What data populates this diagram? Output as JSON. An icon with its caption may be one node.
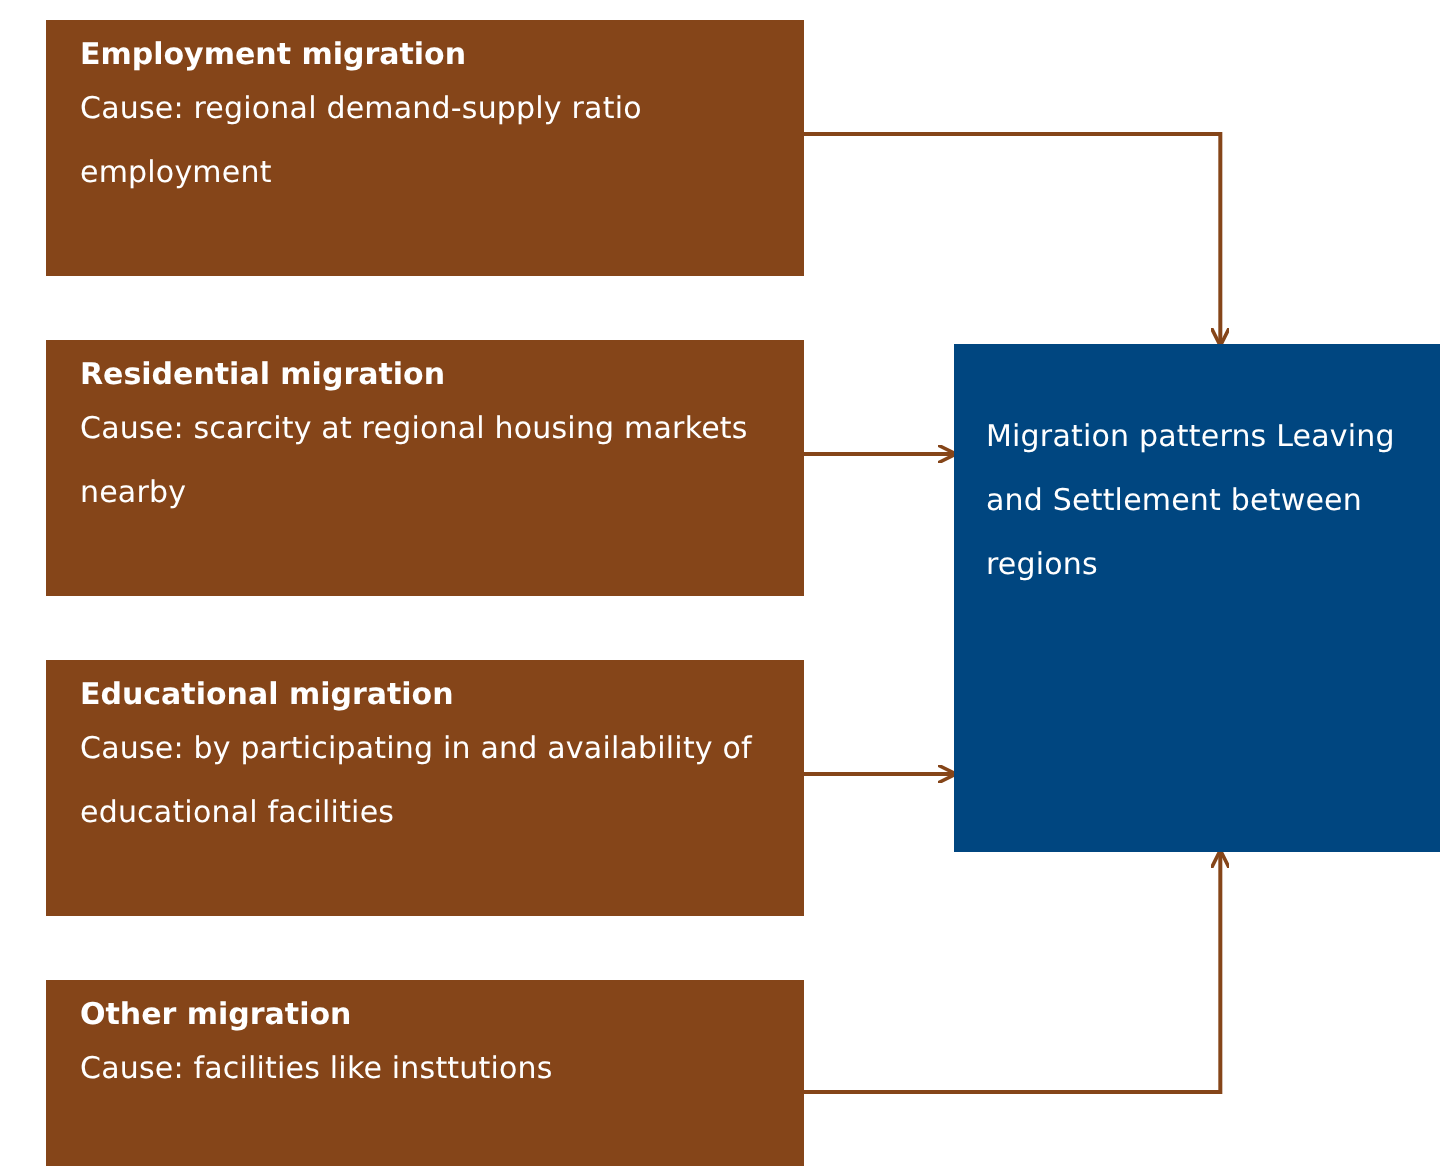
{
  "diagram": {
    "nodes": [
      {
        "text": [
          "Employment migration",
          "Cause: regional demand-supply ratio employment"
        ]
      },
      {
        "text": [
          "Residential migration",
          "Cause: scarcity at regional housing markets nearby"
        ]
      },
      {
        "text": [
          "Educational migration",
          "Cause: by participating in and availability of educational facilities"
        ]
      },
      {
        "text": [
          "Other migration",
          "Cause: facilities like insttutions"
        ]
      },
      {
        "text": [
          "Migration patterns Leaving and Settlement between regions"
        ]
      }
    ],
    "edges": [
      {
        "from": 0,
        "to": 4,
        "arrow": "to"
      },
      {
        "from": 1,
        "to": 4,
        "arrow": "to"
      },
      {
        "from": 2,
        "to": 4,
        "arrow": "to"
      },
      {
        "from": 3,
        "to": 4,
        "arrow": "to"
      }
    ]
  }
}
